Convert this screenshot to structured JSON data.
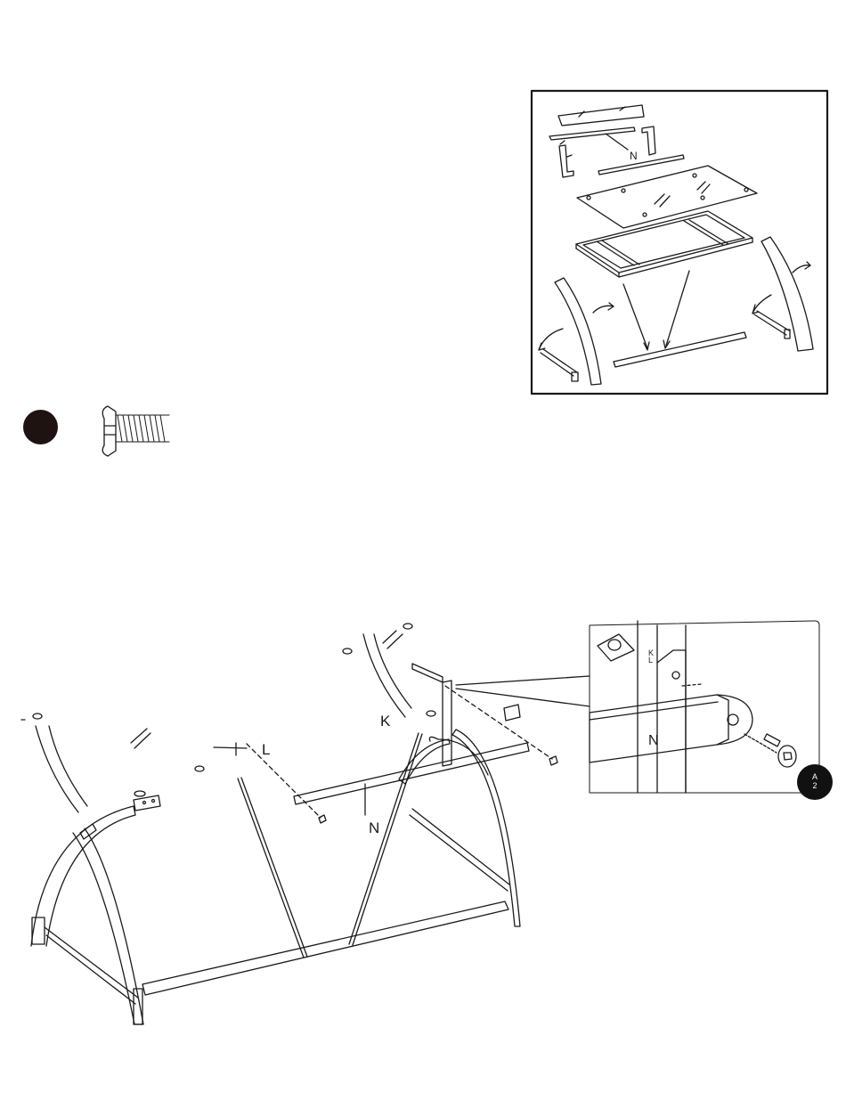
{
  "overview": {
    "part_label": "N"
  },
  "main": {
    "label_k": "K",
    "label_l": "L",
    "label_n": "N"
  },
  "detail": {
    "label_k": "K",
    "label_l": "L",
    "label_n": "N",
    "badge_top": "A",
    "badge_bottom": "2"
  },
  "colors": {
    "line": "#1a1a1a",
    "badge": "#1f1312"
  },
  "icons": [
    "step-number-circle",
    "screw-icon",
    "allen-bolt-icon"
  ]
}
